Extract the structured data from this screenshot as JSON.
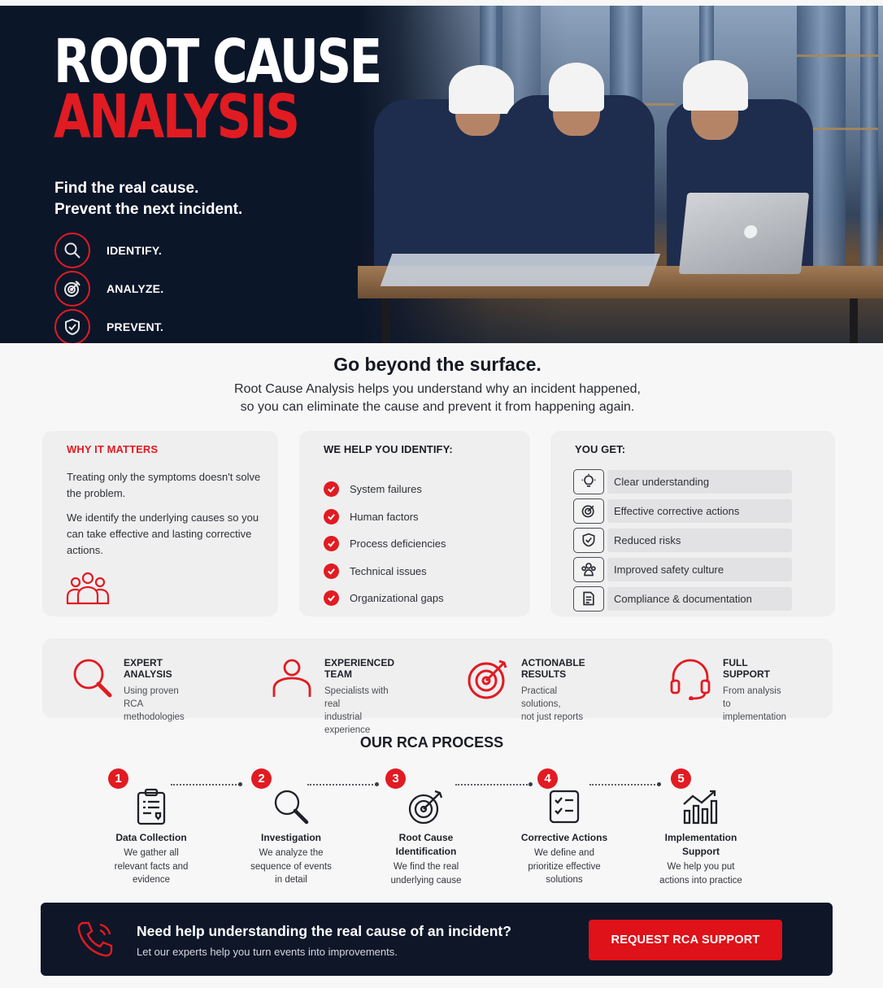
{
  "hero": {
    "title_line1": "ROOT CAUSE",
    "title_line2": "ANALYSIS",
    "subtitle_line1": "Find the real cause.",
    "subtitle_line2": "Prevent the next incident.",
    "pillars": [
      {
        "icon": "search-icon",
        "label": "IDENTIFY."
      },
      {
        "icon": "target-icon",
        "label": "ANALYZE."
      },
      {
        "icon": "shield-check-icon",
        "label": "PREVENT."
      }
    ],
    "photo_alt": "Three engineers in hard hats reviewing plans at a table in an industrial plant"
  },
  "intro": {
    "heading": "Go beyond the surface.",
    "body_line1": "Root Cause Analysis helps you understand why an incident happened,",
    "body_line2": "so you can eliminate the cause and prevent it from happening again."
  },
  "why_matters": {
    "title": "WHY IT MATTERS",
    "para1": "Treating only the symptoms doesn't solve the problem.",
    "para2": "We identify the underlying causes so you can take effective and lasting corrective actions.",
    "icon": "team-icon"
  },
  "identify": {
    "title": "WE HELP YOU IDENTIFY:",
    "items": [
      "System failures",
      "Human factors",
      "Process deficiencies",
      "Technical issues",
      "Organizational gaps"
    ]
  },
  "you_get": {
    "title": "YOU GET:",
    "items": [
      {
        "icon": "lightbulb-icon",
        "label": "Clear understanding"
      },
      {
        "icon": "target-icon",
        "label": "Effective corrective actions"
      },
      {
        "icon": "shield-check-icon",
        "label": "Reduced risks"
      },
      {
        "icon": "people-icon",
        "label": "Improved safety culture"
      },
      {
        "icon": "document-icon",
        "label": "Compliance & documentation"
      }
    ]
  },
  "features": [
    {
      "icon": "search-icon",
      "title": "EXPERT ANALYSIS",
      "line1": "Using proven RCA",
      "line2": "methodologies"
    },
    {
      "icon": "user-icon",
      "title": "EXPERIENCED TEAM",
      "line1": "Specialists with real",
      "line2": "industrial experience"
    },
    {
      "icon": "target-icon",
      "title": "ACTIONABLE RESULTS",
      "line1": "Practical solutions,",
      "line2": "not just reports"
    },
    {
      "icon": "headset-icon",
      "title": "FULL SUPPORT",
      "line1": "From analysis to",
      "line2": "implementation"
    }
  ],
  "process": {
    "title": "OUR RCA PROCESS",
    "steps": [
      {
        "num": "1",
        "icon": "clipboard-icon",
        "title": "Data Collection",
        "desc1": "We gather all",
        "desc2": "relevant facts and",
        "desc3": "evidence"
      },
      {
        "num": "2",
        "icon": "search-icon",
        "title": "Investigation",
        "desc1": "We analyze the",
        "desc2": "sequence of events",
        "desc3": "in detail"
      },
      {
        "num": "3",
        "icon": "target-icon",
        "title1": "Root Cause",
        "title2": "Identification",
        "desc1": "We find the real",
        "desc2": "underlying cause"
      },
      {
        "num": "4",
        "icon": "checklist-icon",
        "title": "Corrective Actions",
        "desc1": "We define and",
        "desc2": "prioritize effective",
        "desc3": "solutions"
      },
      {
        "num": "5",
        "icon": "growth-chart-icon",
        "title1": "Implementation",
        "title2": "Support",
        "desc1": "We help you put",
        "desc2": "actions into practice"
      }
    ]
  },
  "cta": {
    "heading": "Need help understanding the real cause of an incident?",
    "subtext": "Let our experts help you turn events into improvements.",
    "button_label": "REQUEST RCA SUPPORT"
  },
  "colors": {
    "brand_red": "#e11b22",
    "navy": "#0c1629",
    "card_bg": "#efeff0"
  }
}
